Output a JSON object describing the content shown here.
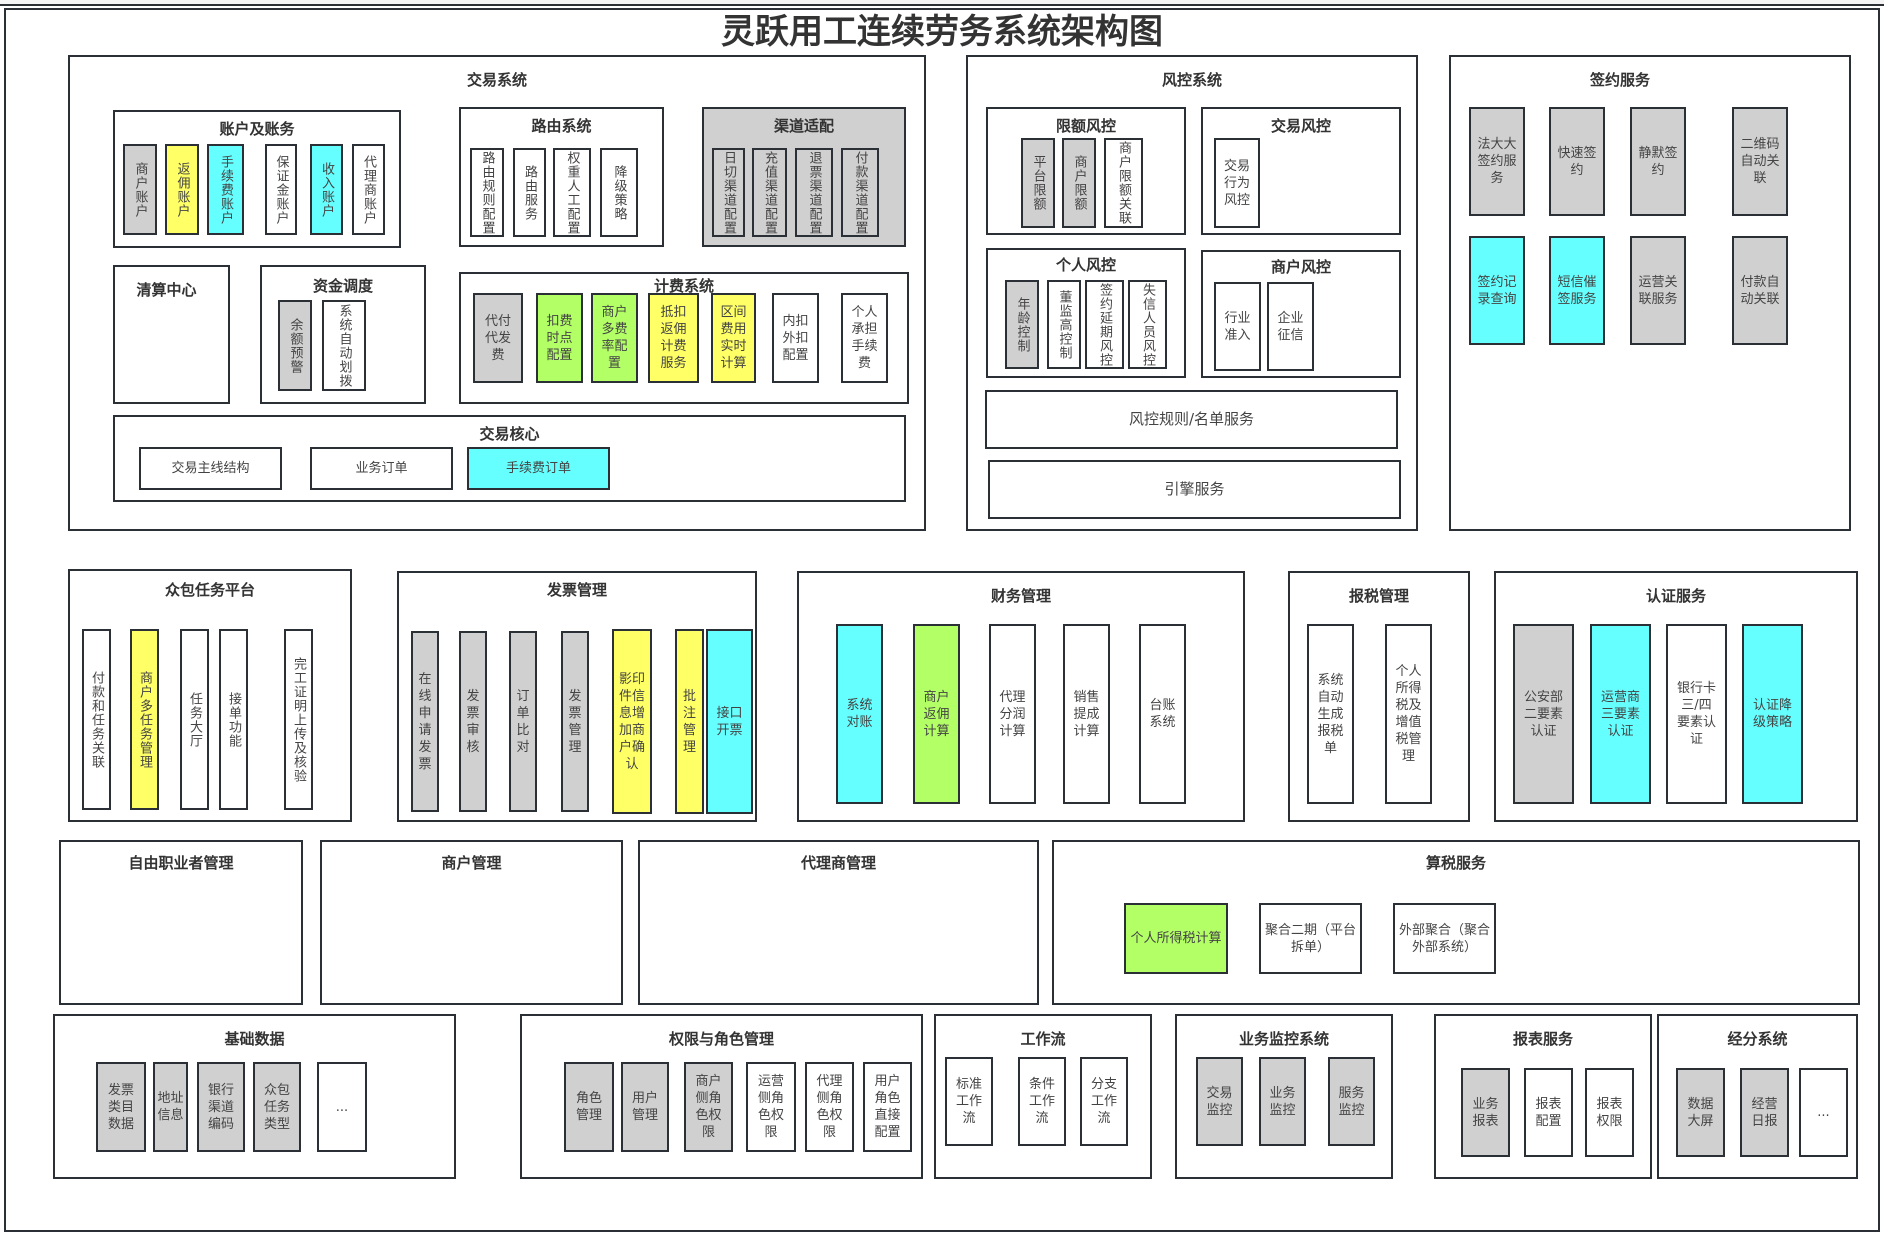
{
  "title": "灵跃用工连续劳务系统架构图",
  "colors": {
    "white": "#ffffff",
    "gray": "#d0d0d0",
    "yellow": "#ffff66",
    "cyan": "#66ffff",
    "green": "#b3ff66",
    "border": "#2b2f36"
  },
  "trade": {
    "title": "交易系统",
    "account": {
      "title": "账户及账务",
      "items": [
        {
          "label": "商户账户",
          "color": "gray"
        },
        {
          "label": "返佣账户",
          "color": "yellow"
        },
        {
          "label": "手续费账户",
          "color": "cyan"
        },
        {
          "label": "保证金账户",
          "color": "white"
        },
        {
          "label": "收入账户",
          "color": "cyan"
        },
        {
          "label": "代理商账户",
          "color": "white"
        }
      ]
    },
    "routing": {
      "title": "路由系统",
      "items": [
        {
          "label": "路由规则配置",
          "color": "white"
        },
        {
          "label": "路由服务",
          "color": "white"
        },
        {
          "label": "权重人工配置",
          "color": "white"
        },
        {
          "label": "降级策略",
          "color": "white"
        }
      ]
    },
    "channel": {
      "title": "渠道适配",
      "items": [
        {
          "label": "日切渠道配置",
          "color": "gray"
        },
        {
          "label": "充值渠道配置",
          "color": "gray"
        },
        {
          "label": "退票渠道配置",
          "color": "gray"
        },
        {
          "label": "付款渠道配置",
          "color": "gray"
        }
      ]
    },
    "clearing": {
      "title": "清算中心"
    },
    "funds": {
      "title": "资金调度",
      "items": [
        {
          "label": "余额预警",
          "color": "gray"
        },
        {
          "label": "系统自动划拨",
          "color": "white"
        }
      ]
    },
    "billing": {
      "title": "计费系统",
      "items": [
        {
          "label": "代付代发费",
          "color": "gray"
        },
        {
          "label": "扣费时点配置",
          "color": "green"
        },
        {
          "label": "商户多费率配置",
          "color": "green"
        },
        {
          "label": "抵扣返佣计费服务",
          "color": "yellow"
        },
        {
          "label": "区间费用实时计算",
          "color": "yellow"
        },
        {
          "label": "内扣外扣配置",
          "color": "white"
        },
        {
          "label": "个人承担手续费",
          "color": "white"
        }
      ]
    },
    "core": {
      "title": "交易核心",
      "items": [
        {
          "label": "交易主线结构",
          "color": "white"
        },
        {
          "label": "业务订单",
          "color": "white"
        },
        {
          "label": "手续费订单",
          "color": "cyan"
        }
      ]
    }
  },
  "risk": {
    "title": "风控系统",
    "limit": {
      "title": "限额风控",
      "items": [
        {
          "label": "平台限额",
          "color": "gray"
        },
        {
          "label": "商户限额",
          "color": "gray"
        },
        {
          "label": "商户限额关联",
          "color": "white"
        }
      ]
    },
    "trade_risk": {
      "title": "交易风控",
      "items": [
        {
          "label": "交易行为风控",
          "color": "white"
        }
      ]
    },
    "personal": {
      "title": "个人风控",
      "items": [
        {
          "label": "年龄控制",
          "color": "gray"
        },
        {
          "label": "董监高控制",
          "color": "white"
        },
        {
          "label": "签约延期风控",
          "color": "white"
        },
        {
          "label": "失信人员风控",
          "color": "white"
        }
      ]
    },
    "merchant": {
      "title": "商户风控",
      "items": [
        {
          "label": "行业准入",
          "color": "white"
        },
        {
          "label": "企业征信",
          "color": "white"
        }
      ]
    },
    "rules": "风控规则/名单服务",
    "engine": "引擎服务"
  },
  "sign": {
    "title": "签约服务",
    "items": [
      {
        "label": "法大大签约服务",
        "color": "gray"
      },
      {
        "label": "快速签约",
        "color": "gray"
      },
      {
        "label": "静默签约",
        "color": "gray"
      },
      {
        "label": "二维码自动关联",
        "color": "gray"
      },
      {
        "label": "签约记录查询",
        "color": "cyan"
      },
      {
        "label": "短信催签服务",
        "color": "cyan"
      },
      {
        "label": "运营关联服务",
        "color": "gray"
      },
      {
        "label": "付款自动关联",
        "color": "gray"
      }
    ]
  },
  "crowd": {
    "title": "众包任务平台",
    "items": [
      {
        "label": "付款和任务关联",
        "color": "white"
      },
      {
        "label": "商户多任务管理",
        "color": "yellow"
      },
      {
        "label": "任务大厅",
        "color": "white"
      },
      {
        "label": "接单功能",
        "color": "white"
      },
      {
        "label": "完工证明上传及核验",
        "color": "white"
      }
    ]
  },
  "invoice": {
    "title": "发票管理",
    "items": [
      {
        "label": "在线申请发票",
        "color": "gray"
      },
      {
        "label": "发票审核",
        "color": "gray"
      },
      {
        "label": "订单比对",
        "color": "gray"
      },
      {
        "label": "发票管理",
        "color": "gray"
      },
      {
        "label": "影印件信息增加商户确认",
        "color": "yellow"
      },
      {
        "label": "批注管理",
        "color": "yellow"
      },
      {
        "label": "接口开票",
        "color": "cyan"
      }
    ]
  },
  "finance": {
    "title": "财务管理",
    "items": [
      {
        "label": "系统对账",
        "color": "cyan"
      },
      {
        "label": "商户返佣计算",
        "color": "green"
      },
      {
        "label": "代理分润计算",
        "color": "white"
      },
      {
        "label": "销售提成计算",
        "color": "white"
      },
      {
        "label": "台账系统",
        "color": "white"
      }
    ]
  },
  "tax_report": {
    "title": "报税管理",
    "items": [
      {
        "label": "系统自动生成报税单",
        "color": "white"
      },
      {
        "label": "个人所得税及增值税管理",
        "color": "white"
      }
    ]
  },
  "auth": {
    "title": "认证服务",
    "items": [
      {
        "label": "公安部二要素认证",
        "color": "gray"
      },
      {
        "label": "运营商三要素认证",
        "color": "cyan"
      },
      {
        "label": "银行卡三/四要素认证",
        "color": "white"
      },
      {
        "label": "认证降级策略",
        "color": "cyan"
      }
    ]
  },
  "freelancer": {
    "title": "自由职业者管理"
  },
  "merchant_mgmt": {
    "title": "商户管理"
  },
  "agent_mgmt": {
    "title": "代理商管理"
  },
  "tax_calc": {
    "title": "算税服务",
    "items": [
      {
        "label": "个人所得税计算",
        "color": "green"
      },
      {
        "label": "聚合二期（平台拆单）",
        "color": "white"
      },
      {
        "label": "外部聚合（聚合外部系统）",
        "color": "white"
      }
    ]
  },
  "base_data": {
    "title": "基础数据",
    "items": [
      {
        "label": "发票类目数据",
        "color": "gray"
      },
      {
        "label": "地址信息",
        "color": "gray"
      },
      {
        "label": "银行渠道编码",
        "color": "gray"
      },
      {
        "label": "众包任务类型",
        "color": "gray"
      },
      {
        "label": "...",
        "color": "white"
      }
    ]
  },
  "perm": {
    "title": "权限与角色管理",
    "items": [
      {
        "label": "角色管理",
        "color": "gray"
      },
      {
        "label": "用户管理",
        "color": "gray"
      },
      {
        "label": "商户侧角色权限",
        "color": "gray"
      },
      {
        "label": "运营侧角色权限",
        "color": "white"
      },
      {
        "label": "代理侧角色权限",
        "color": "white"
      },
      {
        "label": "用户角色直接配置",
        "color": "white"
      }
    ]
  },
  "workflow": {
    "title": "工作流",
    "items": [
      {
        "label": "标准工作流",
        "color": "white"
      },
      {
        "label": "条件工作流",
        "color": "white"
      },
      {
        "label": "分支工作流",
        "color": "white"
      }
    ]
  },
  "monitor": {
    "title": "业务监控系统",
    "items": [
      {
        "label": "交易监控",
        "color": "gray"
      },
      {
        "label": "业务监控",
        "color": "gray"
      },
      {
        "label": "服务监控",
        "color": "gray"
      }
    ]
  },
  "report": {
    "title": "报表服务",
    "items": [
      {
        "label": "业务报表",
        "color": "gray"
      },
      {
        "label": "报表配置",
        "color": "white"
      },
      {
        "label": "报表权限",
        "color": "white"
      }
    ]
  },
  "jingfen": {
    "title": "经分系统",
    "items": [
      {
        "label": "数据大屏",
        "color": "gray"
      },
      {
        "label": "经营日报",
        "color": "gray"
      },
      {
        "label": "...",
        "color": "white"
      }
    ]
  }
}
